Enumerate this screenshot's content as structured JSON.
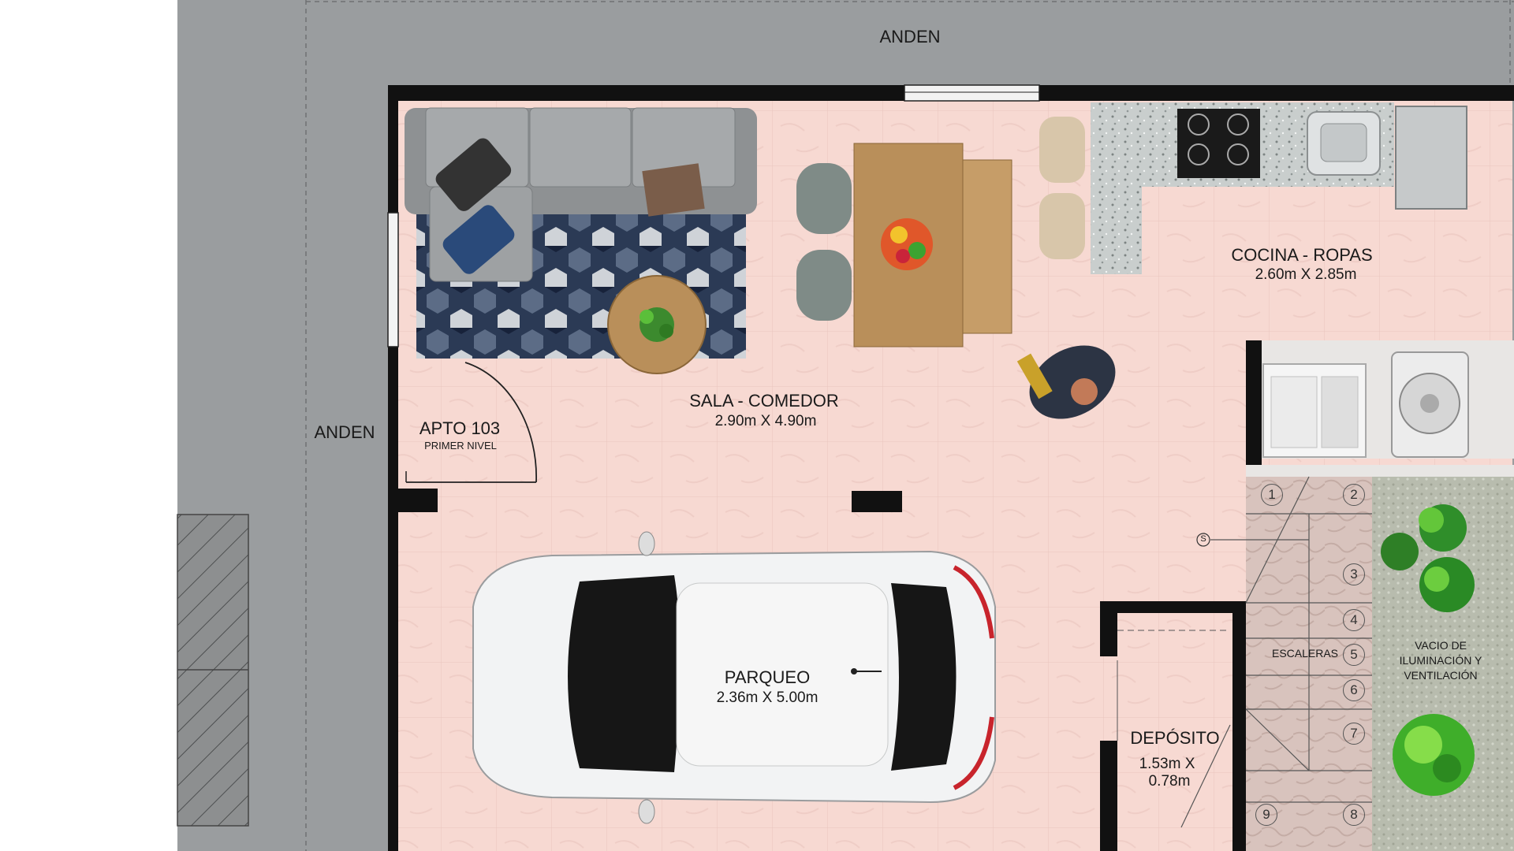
{
  "plan": {
    "unit_name": "APTO 103",
    "level": "PRIMER NIVEL",
    "sidewalk_top": "ANDEN",
    "sidewalk_left": "ANDEN"
  },
  "rooms": {
    "living_dining": {
      "name": "SALA - COMEDOR",
      "size": "2.90m X 4.90m"
    },
    "kitchen_laundry": {
      "name": "COCINA - ROPAS",
      "size": "2.60m X 2.85m"
    },
    "parking": {
      "name": "PARQUEO",
      "size": "2.36m X 5.00m"
    },
    "storage": {
      "name": "DEPÓSITO",
      "size_line1": "1.53m X",
      "size_line2": "0.78m"
    },
    "stairs": {
      "name": "ESCALERAS",
      "up_symbol": "S",
      "steps": [
        "1",
        "2",
        "3",
        "4",
        "5",
        "6",
        "7",
        "8",
        "9"
      ]
    },
    "void": {
      "line1": "VACIO DE",
      "line2": "ILUMINACIÓN Y",
      "line3": "VENTILACIÓN"
    }
  },
  "colors": {
    "sidewalk": "#9a9d9f",
    "floor": "#f6d7d0",
    "wall": "#111111",
    "sofa": "#9fa2a4",
    "table_wood": "#b98f5a",
    "countertop": "#cfd3d2",
    "plants": "#3fae2a",
    "void_floor": "#b9bdb0"
  }
}
